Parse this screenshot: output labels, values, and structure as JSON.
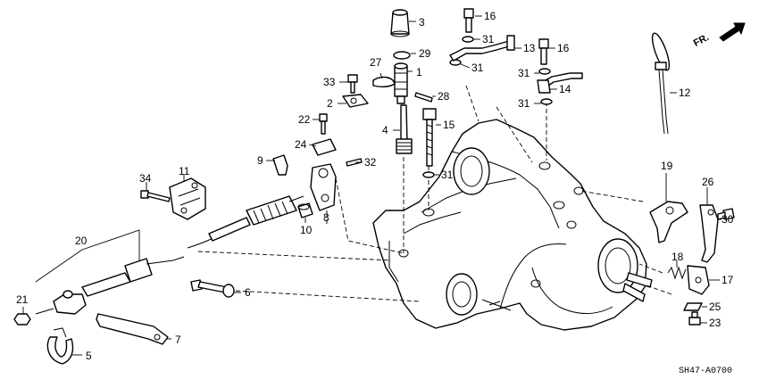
{
  "diagram_code": "SH47-A0700",
  "direction_label": "FR.",
  "callouts": [
    {
      "id": "c1",
      "label": "1"
    },
    {
      "id": "c2",
      "label": "2"
    },
    {
      "id": "c3",
      "label": "3"
    },
    {
      "id": "c4",
      "label": "4"
    },
    {
      "id": "c5",
      "label": "5"
    },
    {
      "id": "c6",
      "label": "6"
    },
    {
      "id": "c7",
      "label": "7"
    },
    {
      "id": "c8",
      "label": "8"
    },
    {
      "id": "c9",
      "label": "9"
    },
    {
      "id": "c10",
      "label": "10"
    },
    {
      "id": "c11",
      "label": "11"
    },
    {
      "id": "c12",
      "label": "12"
    },
    {
      "id": "c13",
      "label": "13"
    },
    {
      "id": "c14",
      "label": "14"
    },
    {
      "id": "c15",
      "label": "15"
    },
    {
      "id": "c16a",
      "label": "16"
    },
    {
      "id": "c16b",
      "label": "16"
    },
    {
      "id": "c17",
      "label": "17"
    },
    {
      "id": "c18",
      "label": "18"
    },
    {
      "id": "c19",
      "label": "19"
    },
    {
      "id": "c20",
      "label": "20"
    },
    {
      "id": "c21",
      "label": "21"
    },
    {
      "id": "c22",
      "label": "22"
    },
    {
      "id": "c23",
      "label": "23"
    },
    {
      "id": "c24",
      "label": "24"
    },
    {
      "id": "c25",
      "label": "25"
    },
    {
      "id": "c26",
      "label": "26"
    },
    {
      "id": "c27",
      "label": "27"
    },
    {
      "id": "c28",
      "label": "28"
    },
    {
      "id": "c29",
      "label": "29"
    },
    {
      "id": "c30",
      "label": "30"
    },
    {
      "id": "c31a",
      "label": "31"
    },
    {
      "id": "c31b",
      "label": "31"
    },
    {
      "id": "c31c",
      "label": "31"
    },
    {
      "id": "c31d",
      "label": "31"
    },
    {
      "id": "c31e",
      "label": "31"
    },
    {
      "id": "c32",
      "label": "32"
    },
    {
      "id": "c33",
      "label": "33"
    },
    {
      "id": "c34",
      "label": "34"
    }
  ]
}
